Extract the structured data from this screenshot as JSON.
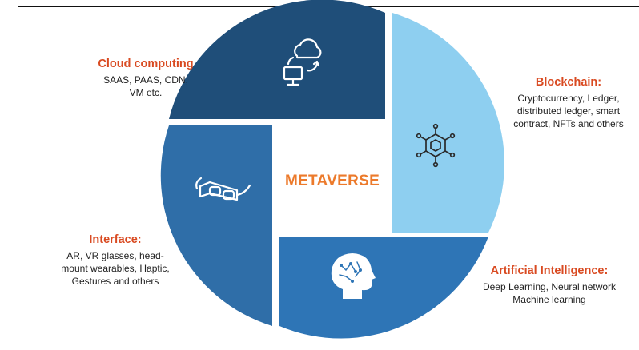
{
  "colors": {
    "title_accent": "#d94a21",
    "center_accent": "#ec7a2b",
    "text": "#222222",
    "q_cloud": "#1f4e79",
    "q_blockchain": "#8ecff0",
    "q_ai": "#2e75b6",
    "q_interface": "#2f6ea8",
    "icon": "#ffffff",
    "icon_dark": "#2a2a2a"
  },
  "center": {
    "label": "METAVERSE"
  },
  "segments": [
    {
      "key": "cloud",
      "title": "Cloud computing",
      "description": "SAAS, PAAS, CDN,\nVM etc.",
      "icon": "cloud-computer-icon"
    },
    {
      "key": "blockchain",
      "title": "Blockchain:",
      "description": "Cryptocurrency, Ledger,\ndistributed ledger, smart\ncontract, NFTs and others",
      "icon": "blockchain-network-icon"
    },
    {
      "key": "ai",
      "title": "Artificial Intelligence:",
      "description": "Deep Learning, Neural network\nMachine learning",
      "icon": "ai-head-icon"
    },
    {
      "key": "interface",
      "title": "Interface:",
      "description": "AR, VR glasses, head-\nmount wearables, Haptic,\nGestures and others",
      "icon": "vr-glasses-icon"
    }
  ]
}
